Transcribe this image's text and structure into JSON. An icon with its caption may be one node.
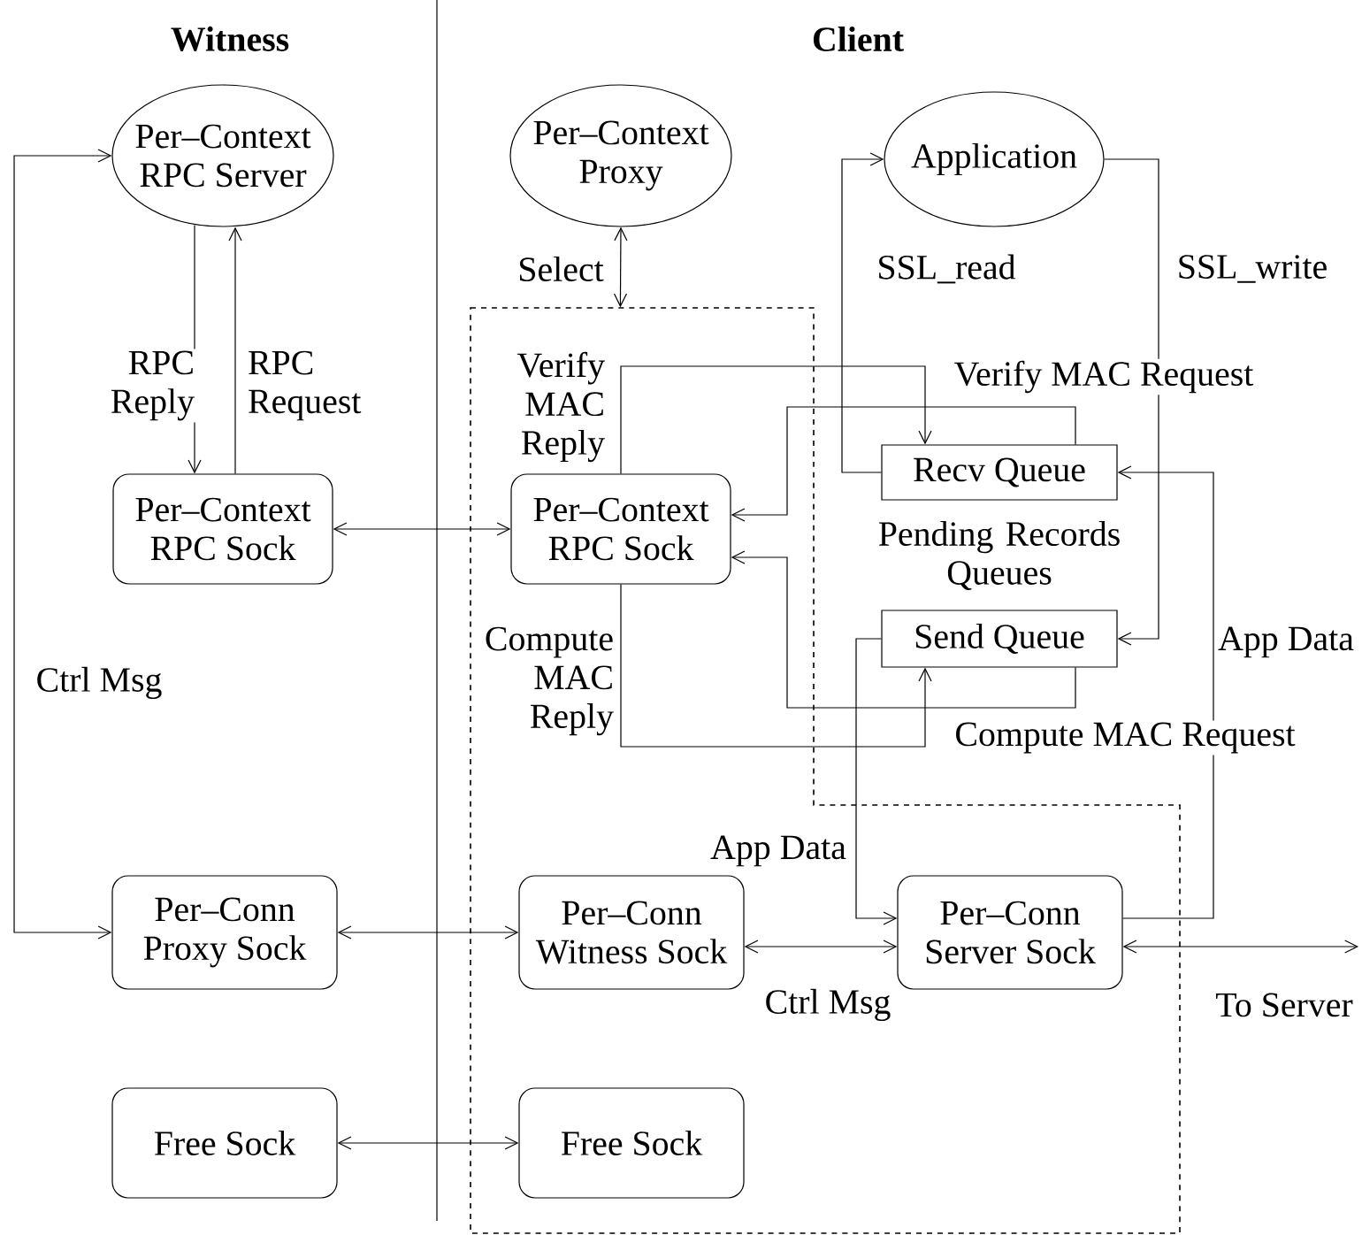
{
  "diagram": {
    "nodes": [
      {
        "text": [
          "Per–Context RPC Server"
        ]
      },
      {
        "text": [
          "Per–Context Proxy"
        ]
      },
      {
        "text": [
          "Application"
        ]
      },
      {
        "text": [],
        "shape": "box"
      },
      {
        "text": [
          "Per–Context RPC Sock"
        ]
      },
      {
        "text": [
          "Per–Context RPC Sock"
        ],
        "in": 3
      },
      {
        "text": [
          "Recv Queue"
        ]
      },
      {
        "text": [
          "Send Queue"
        ]
      },
      {
        "text": [
          "Per–Conn Proxy Sock"
        ]
      },
      {
        "text": [
          "Per–Conn Witness Sock"
        ],
        "in": 3
      },
      {
        "text": [
          "Per–Conn Server Sock"
        ],
        "in": 3
      },
      {
        "text": [
          "Free Sock"
        ]
      },
      {
        "text": [
          "Free Sock"
        ],
        "in": 3
      }
    ],
    "edges": [
      {
        "from": 0,
        "to": 4,
        "arrow": "to",
        "label": "RPC Reply"
      },
      {
        "from": 4,
        "to": 0,
        "arrow": "to",
        "label": "RPC Request"
      },
      {
        "from": 4,
        "to": 5,
        "arrow": "both"
      },
      {
        "from": 1,
        "to": 3,
        "arrow": "both",
        "label": "Select"
      },
      {
        "from": 0,
        "to": 8,
        "arrow": "both",
        "label": "Ctrl Msg"
      },
      {
        "from": 5,
        "to": 6,
        "arrow": "to",
        "label": "Verify MAC Reply"
      },
      {
        "from": 6,
        "to": 5,
        "arrow": "to",
        "label": "Verify MAC Request"
      },
      {
        "from": 5,
        "to": 7,
        "arrow": "to",
        "label": "Compute MAC Reply"
      },
      {
        "from": 7,
        "to": 5,
        "arrow": "to",
        "label": "Compute MAC Request"
      },
      {
        "from": 6,
        "to": 2,
        "arrow": "to",
        "label": "SSL_read"
      },
      {
        "from": 2,
        "to": 7,
        "arrow": "to",
        "label": "SSL_write"
      },
      {
        "from": 10,
        "to": 6,
        "arrow": "to",
        "label": "App Data"
      },
      {
        "from": 7,
        "to": 10,
        "arrow": "to",
        "label": "App Data"
      },
      {
        "from": 9,
        "to": 10,
        "arrow": "both",
        "label": "Ctrl Msg"
      },
      {
        "from": 10,
        "to": null,
        "arrow": "both",
        "label": "To Server"
      },
      {
        "from": 8,
        "to": 9,
        "arrow": "both"
      },
      {
        "from": 11,
        "to": 12,
        "arrow": "both"
      }
    ],
    "labels": [
      "Witness",
      "Client",
      "Pending Records Queues"
    ]
  }
}
